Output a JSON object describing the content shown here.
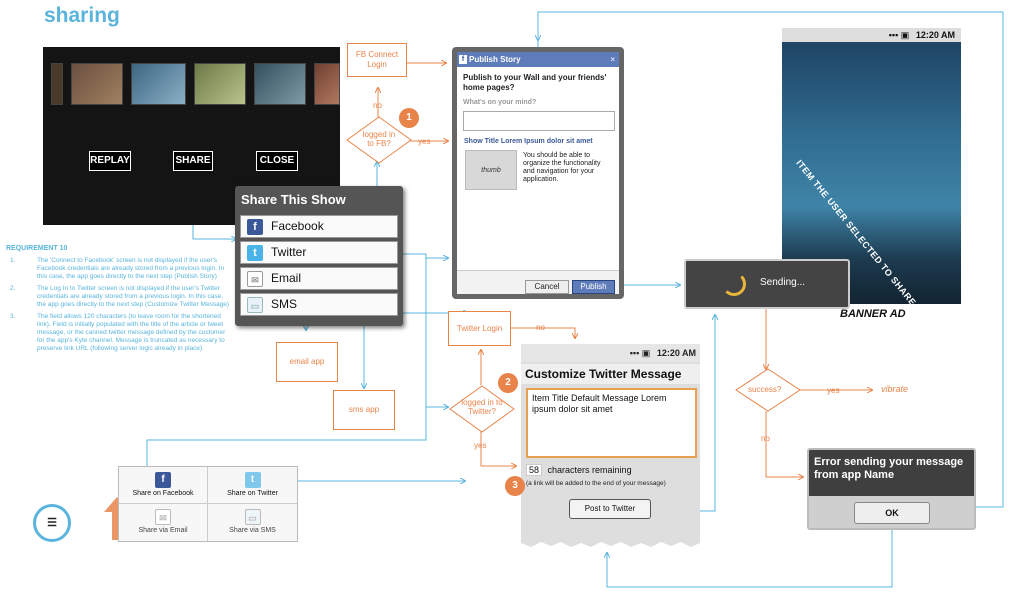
{
  "page_title": "sharing",
  "player": {
    "buttons": [
      "REPLAY",
      "SHARE",
      "CLOSE"
    ]
  },
  "share_panel": {
    "title": "Share This Show",
    "items": [
      {
        "label": "Facebook",
        "icon": "facebook-icon",
        "color": "#3b5998"
      },
      {
        "label": "Twitter",
        "icon": "twitter-icon",
        "color": "#4ab3e8"
      },
      {
        "label": "Email",
        "icon": "email-icon",
        "color": "#cccccc"
      },
      {
        "label": "SMS",
        "icon": "sms-icon",
        "color": "#cccccc"
      }
    ]
  },
  "requirements": {
    "heading": "REQUIREMENT 10",
    "items": [
      {
        "num": "1.",
        "text": "The 'Connect to Facebook' screen is not displayed if the user's Facebook credentials are already stored from a previous login. In this case, the app goes directly to the next step (Publish Story)"
      },
      {
        "num": "2.",
        "text": "The Log In to Twitter screen is not displayed if the user's Twitter credentials are already stored from a previous login. In this case, the app goes directly to the next step (Customize Twitter Message)"
      },
      {
        "num": "3.",
        "text": "The field allows 120 characters (to leave room for the shortened link). Field is initially populated with the title of the article or tweet message, or the canned twitter message defined by the customer for the app's Kyte channel. Message is truncated as necessary to preserve link URL (following server logic already in place)"
      }
    ]
  },
  "flow": {
    "fb_connect": "FB Connect Login",
    "logged_fb": "logged in to FB?",
    "twitter_login": "Twitter Login",
    "logged_twitter": "logged in to Twitter?",
    "email_app": "email app",
    "sms_app": "sms app",
    "success": "success?",
    "yes": "yes",
    "no": "no",
    "vibrate": "vibrate",
    "badges": [
      "1",
      "2",
      "3"
    ]
  },
  "publish_story": {
    "title": "Publish Story",
    "heading": "Publish to your Wall and your friends' home pages?",
    "prompt": "What's on your mind?",
    "link_title": "Show Title Lorem Ipsum dolor sit amet",
    "thumb": "thumb",
    "description": "You should be able to organize the functionality and navigation for your application.",
    "cancel": "Cancel",
    "publish": "Publish"
  },
  "phone_shot": {
    "time": "12:20 AM",
    "diagonal_text": "ITEM THE USER SELECTED TO SHARE",
    "banner": "BANNER AD"
  },
  "sending": {
    "label": "Sending..."
  },
  "twitter_screen": {
    "time": "12:20 AM",
    "title": "Customize Twitter Message",
    "message": "Item Title Default Message Lorem ipsum dolor sit amet",
    "count": "58",
    "count_label": "characters remaining",
    "note": "(a link will be added to the end of your message)",
    "post_button": "Post to Twitter"
  },
  "error_dialog": {
    "message": "Error sending your message from app Name",
    "ok": "OK"
  },
  "share_grid": {
    "cells": [
      {
        "label": "Share on Facebook",
        "icon": "facebook-icon",
        "color": "#3b5998"
      },
      {
        "label": "Share on Twitter",
        "icon": "twitter-icon",
        "color": "#7ec8ec"
      },
      {
        "label": "Share via Email",
        "icon": "email-icon",
        "color": "#bbbbbb"
      },
      {
        "label": "Share via SMS",
        "icon": "sms-icon",
        "color": "#bbbbbb"
      }
    ]
  },
  "colors": {
    "flow_orange": "#e8844a",
    "link_blue": "#5ab4dc"
  }
}
